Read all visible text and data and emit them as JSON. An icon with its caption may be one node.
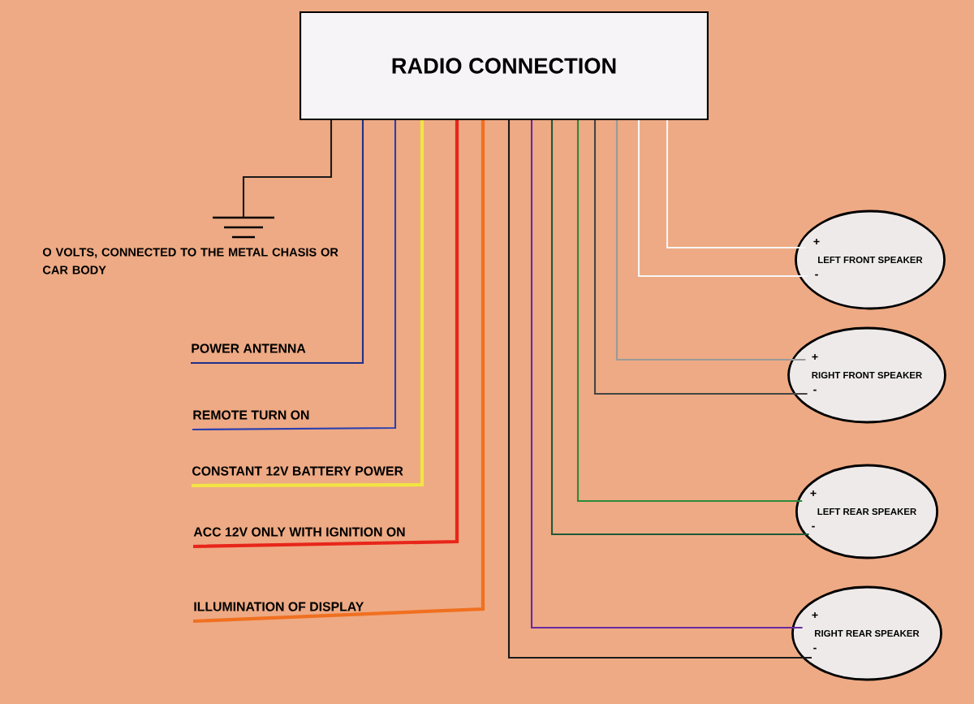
{
  "diagram": {
    "nodes": [
      {
        "text": [
          "RADIO CONNECTION"
        ]
      },
      {
        "text": [],
        "shape": "ground",
        "beside": [
          "O VOLTS, CONNECTED TO THE METAL CHASIS OR CAR BODY"
        ]
      },
      {
        "text": [
          "POWER ANTENNA"
        ]
      },
      {
        "text": [
          "REMOTE TURN ON"
        ]
      },
      {
        "text": [
          "CONSTANT 12V BATTERY POWER"
        ]
      },
      {
        "text": [
          "ACC 12V ONLY WITH IGNITION ON"
        ]
      },
      {
        "text": [
          "ILLUMINATION OF DISPLAY"
        ]
      },
      {
        "text": [
          "+",
          "LEFT FRONT SPEAKER",
          "-"
        ]
      },
      {
        "text": [
          "+",
          "RIGHT FRONT SPEAKER",
          "-"
        ]
      },
      {
        "text": [
          "+",
          "LEFT REAR SPEAKER",
          "-"
        ]
      },
      {
        "text": [
          "+",
          "RIGHT REAR SPEAKER",
          "-"
        ]
      }
    ],
    "edges": [
      {
        "from": 0,
        "to": 1,
        "arrow": "none",
        "color": "#1a1a1a"
      },
      {
        "from": 0,
        "to": 2,
        "arrow": "none",
        "color": "#22308a"
      },
      {
        "from": 0,
        "to": 3,
        "arrow": "none",
        "color": "#2a3fb0"
      },
      {
        "from": 0,
        "to": 4,
        "arrow": "none",
        "color": "#f2e444",
        "style": "thick"
      },
      {
        "from": 0,
        "to": 5,
        "arrow": "none",
        "color": "#e8251a",
        "style": "thick"
      },
      {
        "from": 0,
        "to": 6,
        "arrow": "none",
        "color": "#f07020",
        "style": "thick"
      },
      {
        "from": 0,
        "to": 10,
        "arrow": "none",
        "color": "#1a1a1a"
      },
      {
        "from": 0,
        "to": 10,
        "arrow": "none",
        "color": "#6a2aa0"
      },
      {
        "from": 0,
        "to": 9,
        "arrow": "none",
        "color": "#1e5a3a"
      },
      {
        "from": 0,
        "to": 9,
        "arrow": "none",
        "color": "#2a8a3a"
      },
      {
        "from": 0,
        "to": 8,
        "arrow": "none",
        "color": "#444444"
      },
      {
        "from": 0,
        "to": 8,
        "arrow": "none",
        "color": "#9a9a9a"
      },
      {
        "from": 0,
        "to": 7,
        "arrow": "none",
        "color": "#f6f6f6"
      },
      {
        "from": 0,
        "to": 7,
        "arrow": "none",
        "color": "#f6f6f6"
      }
    ]
  }
}
